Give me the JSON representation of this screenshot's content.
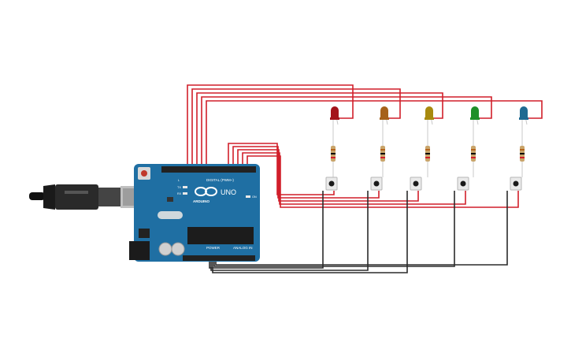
{
  "board": {
    "brand": "ARDUINO",
    "model": "UNO",
    "digital_label": "DIGITAL (PWM~)",
    "power_label": "POWER",
    "analog_label": "ANALOG IN",
    "tx_label": "TX",
    "rx_label": "RX",
    "on_label": "ON",
    "l_label": "L",
    "color": "#1f6fa3"
  },
  "leds": [
    {
      "color_name": "red",
      "color": "#a3141a"
    },
    {
      "color_name": "orange",
      "color": "#a6621a"
    },
    {
      "color_name": "yellow",
      "color": "#a88a0f"
    },
    {
      "color_name": "green",
      "color": "#1f8f2a"
    },
    {
      "color_name": "blue",
      "color": "#1f6a91"
    }
  ],
  "wire_colors": {
    "signal": "#d11f2a",
    "ground": "#2b2b2b",
    "lead": "#c8c8c8"
  }
}
